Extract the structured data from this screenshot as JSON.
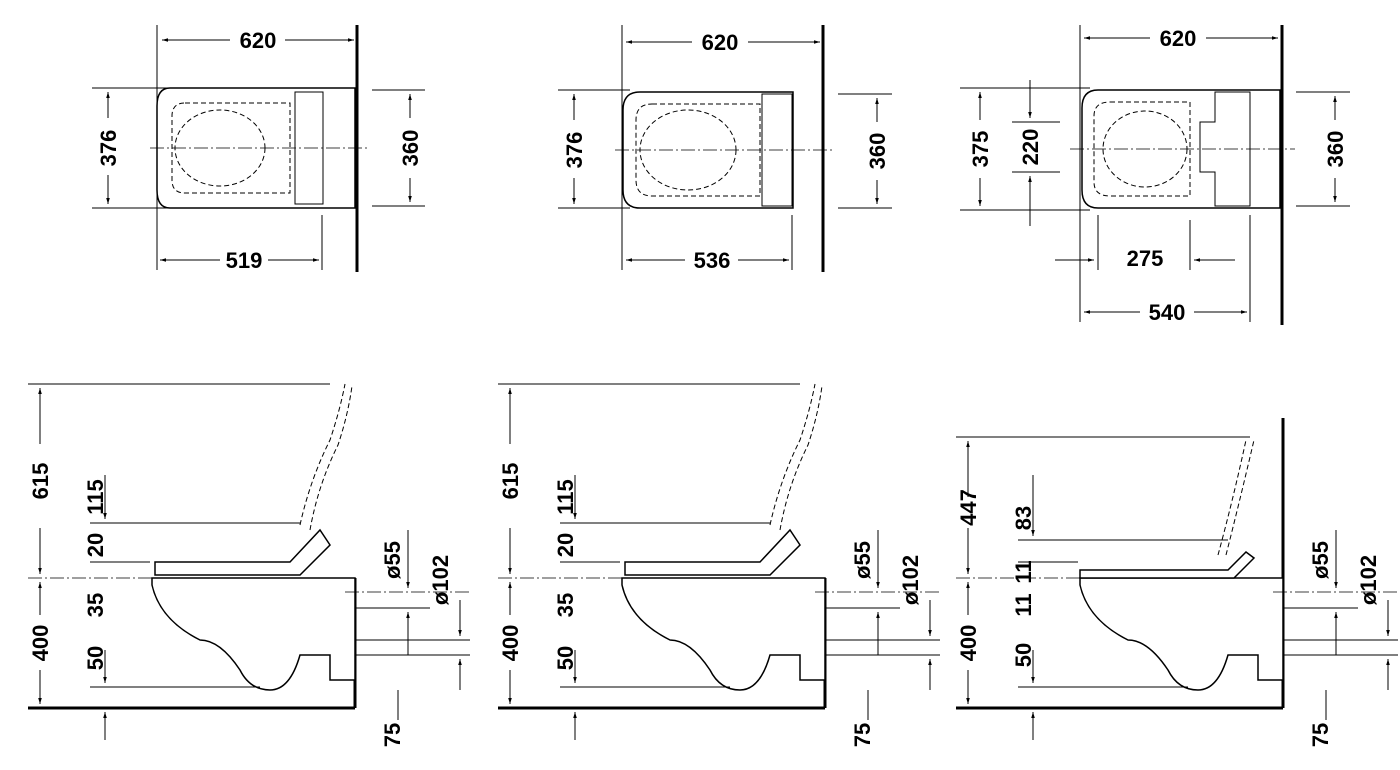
{
  "top_views": [
    {
      "width": "620",
      "depth_left": "376",
      "depth_right": "360",
      "length": "519"
    },
    {
      "width": "620",
      "depth_left": "376",
      "depth_right": "360",
      "length": "536"
    },
    {
      "width": "620",
      "depth_left": "375",
      "inner": "220",
      "depth_right": "360",
      "offset": "275",
      "length": "540"
    }
  ],
  "side_views": [
    {
      "total": "615",
      "seat": "400",
      "lid": "115",
      "gap": "20",
      "d35": "35",
      "d50": "50",
      "d75": "75",
      "d55": "ø55",
      "d102": "ø102"
    },
    {
      "total": "615",
      "seat": "400",
      "lid": "115",
      "gap": "20",
      "d35": "35",
      "d50": "50",
      "d75": "75",
      "d55": "ø55",
      "d102": "ø102"
    },
    {
      "total": "447",
      "seat": "400",
      "lid": "83",
      "gap": "11",
      "d35": "11",
      "d50": "50",
      "d75": "75",
      "d55": "ø55",
      "d102": "ø102"
    }
  ]
}
